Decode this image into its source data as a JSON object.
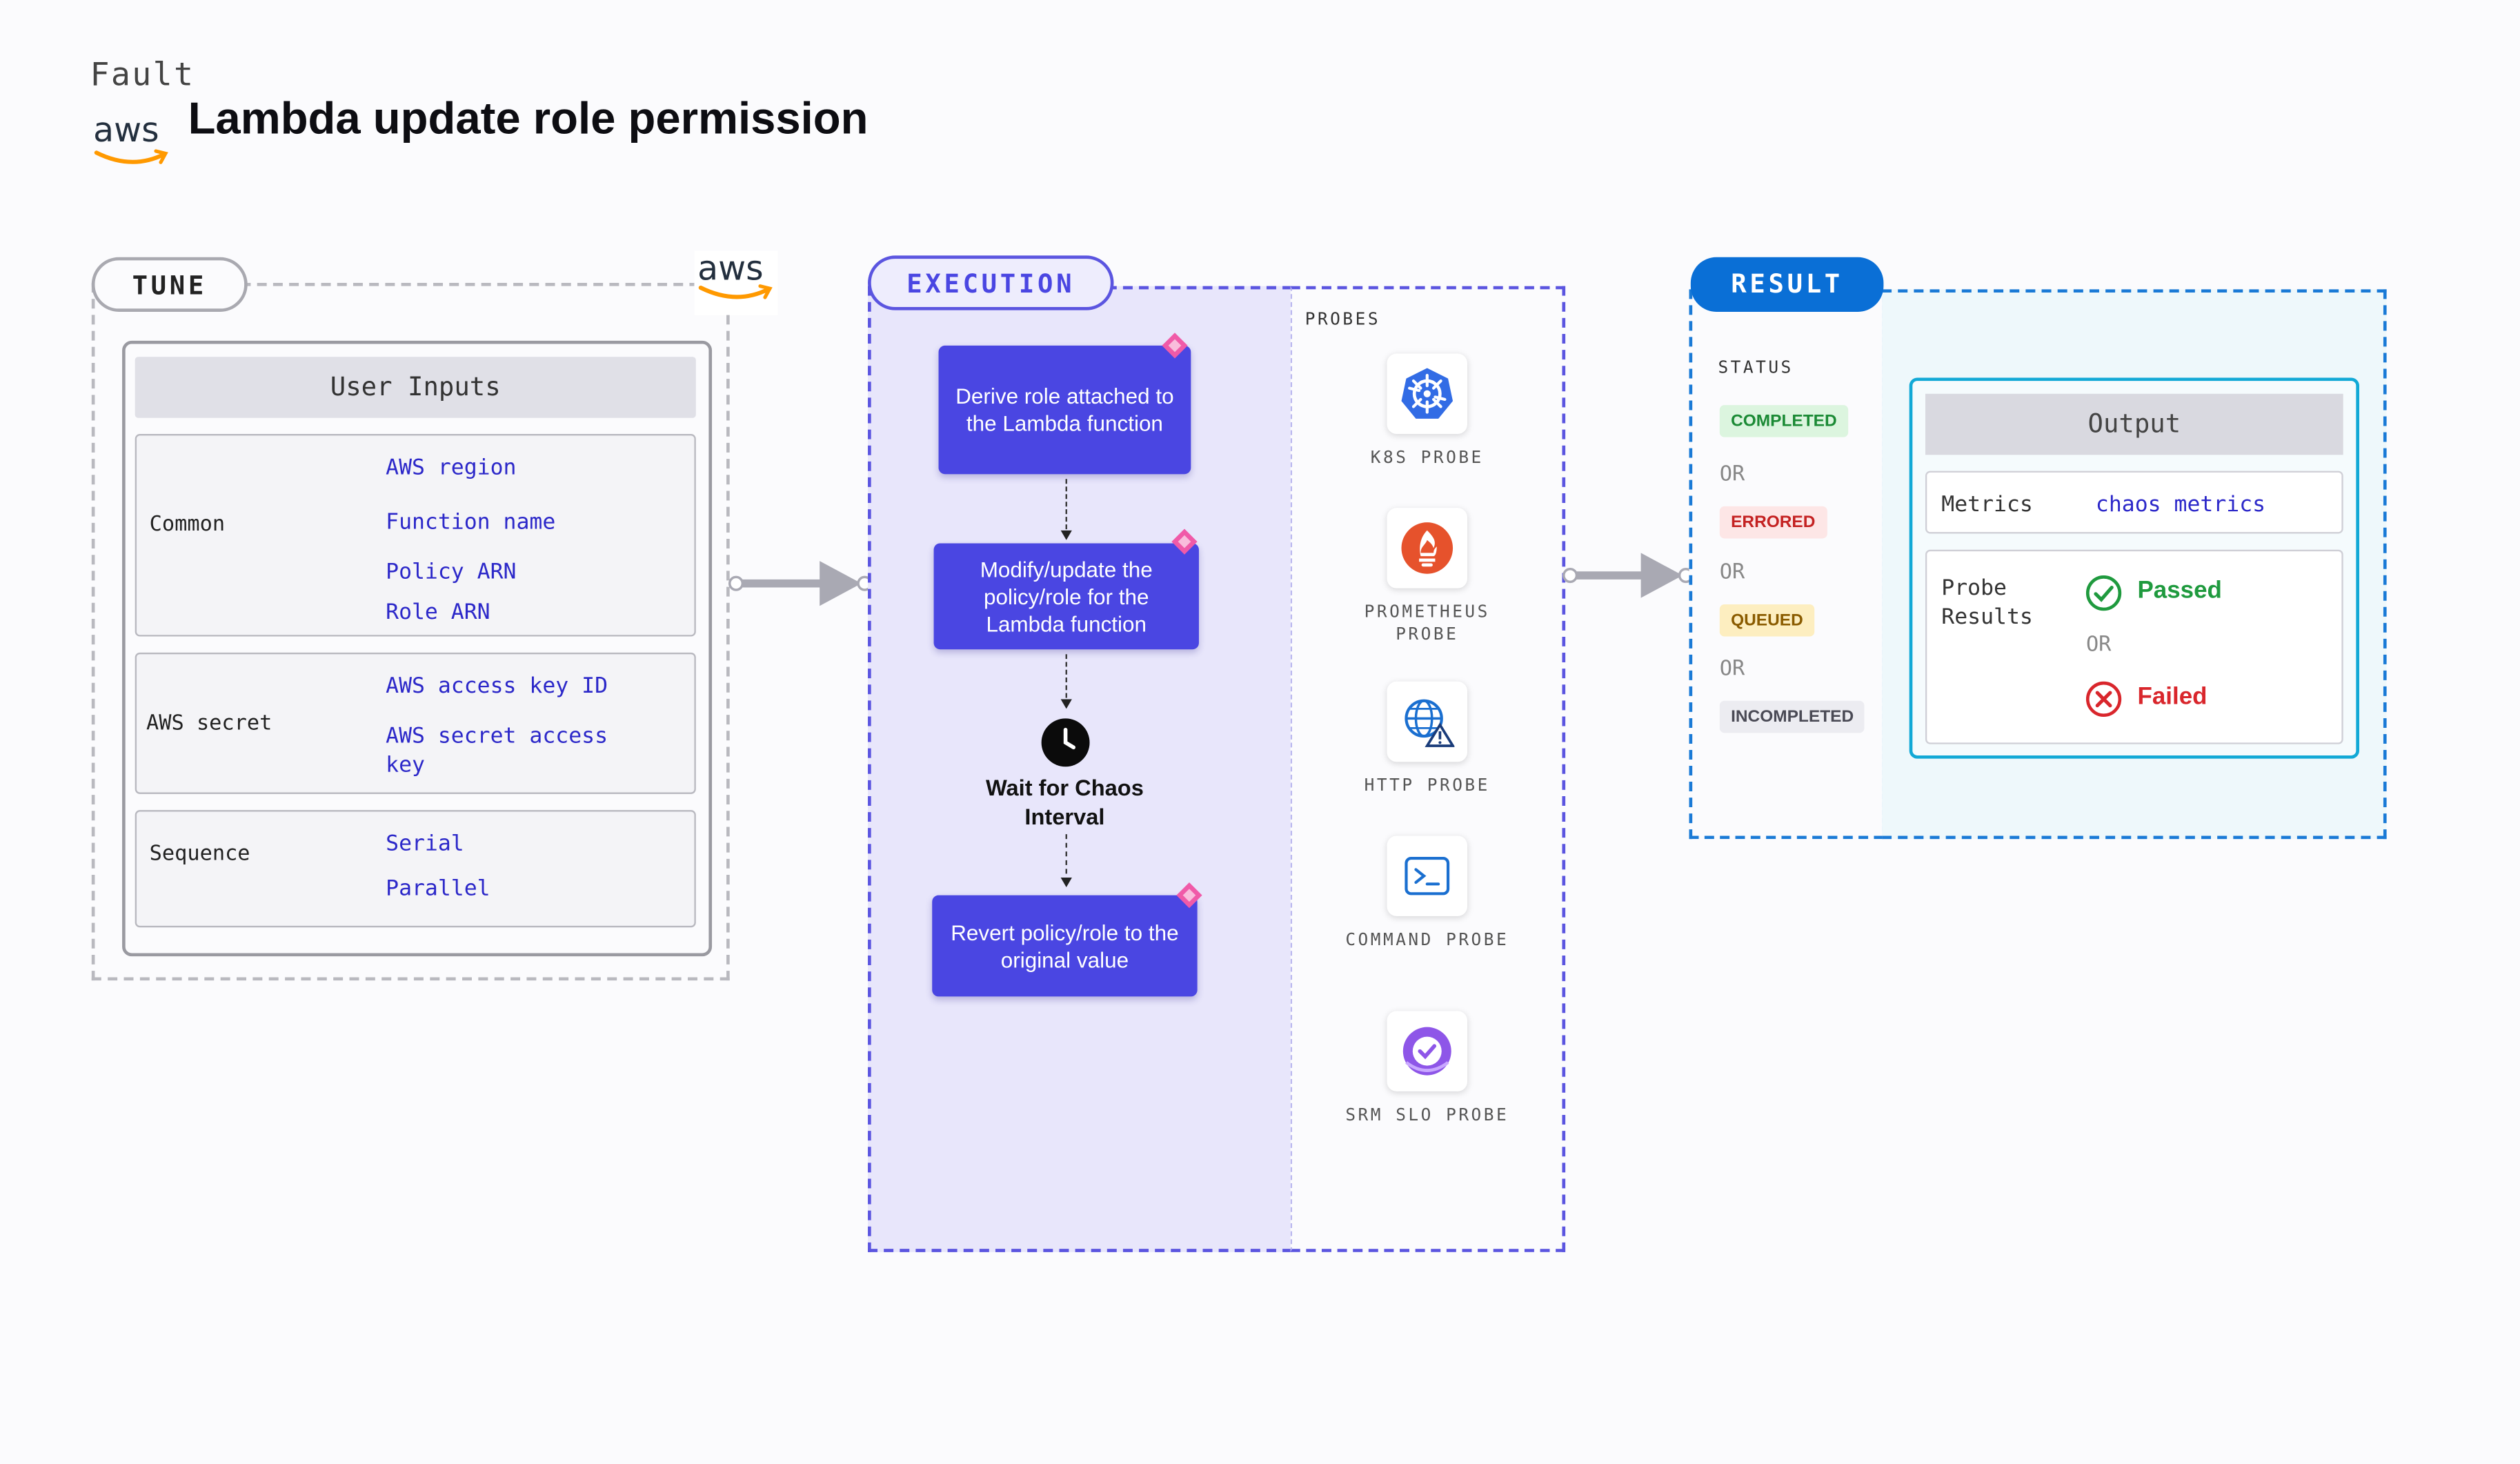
{
  "header": {
    "kicker": "Fault",
    "title": "Lambda update role permission",
    "logo_text": "aws"
  },
  "tune": {
    "label": "TUNE",
    "logo_text": "aws",
    "user_inputs_title": "User Inputs",
    "groups": [
      {
        "label": "Common",
        "fields": [
          "AWS region",
          "Function name",
          "Policy ARN",
          "Role ARN"
        ]
      },
      {
        "label": "AWS secret",
        "fields": [
          "AWS access key ID",
          "AWS secret access key"
        ]
      },
      {
        "label": "Sequence",
        "fields": [
          "Serial",
          "Parallel"
        ]
      }
    ]
  },
  "execution": {
    "label": "EXECUTION",
    "steps": [
      "Derive role attached to the Lambda function",
      "Modify/update the policy/role for the Lambda function",
      "Wait for Chaos Interval",
      "Revert policy/role to the original value"
    ],
    "probes_title": "PROBES",
    "probes": [
      {
        "label": "K8S PROBE",
        "icon": "kubernetes-icon"
      },
      {
        "label": "PROMETHEUS PROBE",
        "icon": "prometheus-icon"
      },
      {
        "label": "HTTP PROBE",
        "icon": "globe-warning-icon"
      },
      {
        "label": "COMMAND PROBE",
        "icon": "terminal-icon"
      },
      {
        "label": "SRM SLO PROBE",
        "icon": "srm-slo-icon"
      }
    ]
  },
  "result": {
    "label": "RESULT",
    "status_title": "STATUS",
    "statuses": [
      "COMPLETED",
      "ERRORED",
      "QUEUED",
      "INCOMPLETED"
    ],
    "or_text": "OR",
    "output": {
      "title": "Output",
      "metrics_label": "Metrics",
      "metrics_value": "chaos metrics",
      "probe_results_label": "Probe Results",
      "passed": "Passed",
      "failed": "Failed"
    }
  },
  "colors": {
    "accent_blue": "#4a46e2",
    "result_blue": "#0a6fd6",
    "passed_green": "#1f9a3e",
    "failed_red": "#d9262c"
  }
}
